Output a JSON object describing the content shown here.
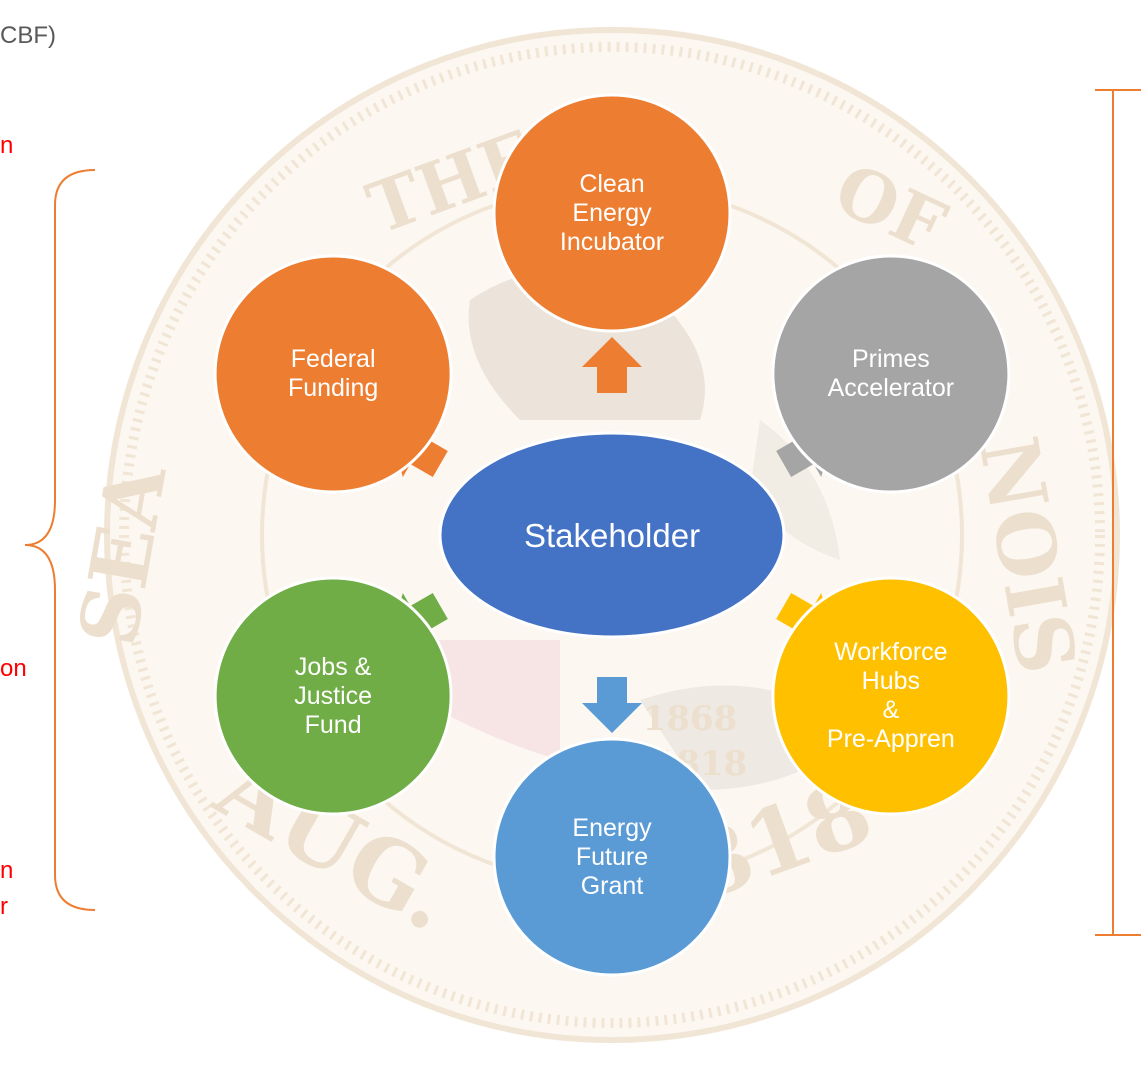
{
  "left_fragments": {
    "cbf": "CBF)",
    "f1": "n",
    "f2": "on",
    "f3": "n",
    "f4": "r"
  },
  "seal": {
    "texts": [
      "THE",
      "OF",
      "NOIS",
      "SEA",
      "AUG.",
      "1818",
      "1868",
      "1818"
    ]
  },
  "hub": {
    "label": "Stakeholder",
    "color": "#4472c4"
  },
  "nodes": [
    {
      "id": "clean-energy-incubator",
      "label": "Clean\nEnergy\nIncubator",
      "color": "#ed7d31"
    },
    {
      "id": "primes-accelerator",
      "label": "Primes\nAccelerator",
      "color": "#a5a5a5"
    },
    {
      "id": "workforce-hubs",
      "label": "Workforce\nHubs\n&\nPre-Appren",
      "color": "#ffc000"
    },
    {
      "id": "energy-future-grant",
      "label": "Energy\nFuture\nGrant",
      "color": "#5b9bd5"
    },
    {
      "id": "jobs-justice-fund",
      "label": "Jobs &\nJustice\nFund",
      "color": "#70ad47"
    },
    {
      "id": "federal-funding",
      "label": "Federal\nFunding",
      "color": "#ed7d31"
    }
  ],
  "colors": {
    "bracket_left": "#ed7d31",
    "bracket_right": "#ed7d31",
    "seal": "#e6c9a0"
  }
}
